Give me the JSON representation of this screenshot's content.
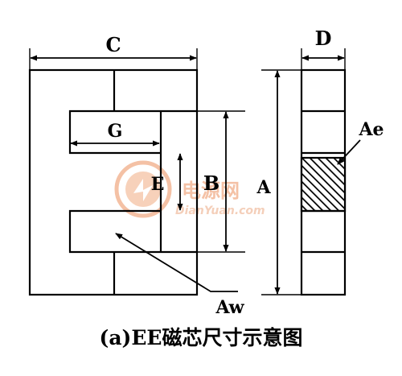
{
  "labels": {
    "c": "C",
    "d": "D",
    "g": "G",
    "e": "E",
    "b": "B",
    "a": "A",
    "ae": "Ae",
    "aw": "Aw"
  },
  "caption": "(a)EE磁芯尺寸示意图",
  "watermark": {
    "brand_cn": "电源网",
    "brand_en": "DianYuan.com"
  },
  "colors": {
    "line": "#000000",
    "watermark": "#f08a4b"
  }
}
